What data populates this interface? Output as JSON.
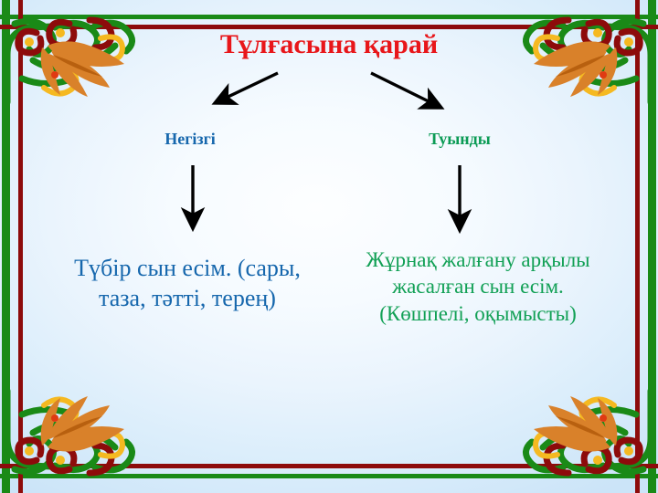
{
  "slide": {
    "title": "Тұлғасына қарай",
    "branches": [
      {
        "heading": "Негізгі",
        "body": "Түбір сын есім. (сары, таза, тәтті, терең)",
        "color": "#1667ad"
      },
      {
        "heading": "Туынды",
        "body": "Жұрнақ жалғану арқылы жасалған сын есім. (Көшпелі, оқымысты)",
        "color": "#11a055"
      }
    ],
    "title_color": "#e8161a",
    "frame": {
      "green": "#1a8a17",
      "dark_red": "#8d0b0b",
      "ornament_orange": "#d9812a",
      "ornament_yellow": "#f5b921"
    },
    "background": {
      "center": "#fdfeff",
      "edge": "#cbe4f8"
    },
    "arrows": [
      {
        "name": "title-to-negizgi",
        "direction": "down-left"
      },
      {
        "name": "title-to-tuyndy",
        "direction": "down-right"
      },
      {
        "name": "negizgi-to-body",
        "direction": "down"
      },
      {
        "name": "tuyndy-to-body",
        "direction": "down"
      }
    ]
  }
}
